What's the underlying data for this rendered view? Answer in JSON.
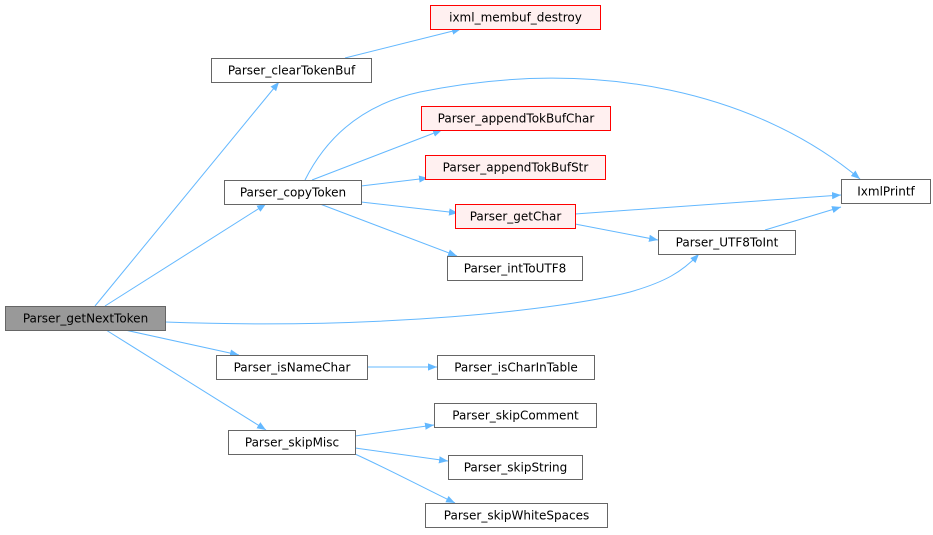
{
  "colors": {
    "edge": "#63b8ff",
    "root_fill": "#999999",
    "root_border": "#666666",
    "normal_fill": "#ffffff",
    "normal_border": "#666666",
    "external_fill": "#fff0f0",
    "external_border": "#ff0000"
  },
  "nodes": [
    {
      "id": "getNextToken",
      "label": "Parser_getNextToken",
      "style": "root"
    },
    {
      "id": "clearTokenBuf",
      "label": "Parser_clearTokenBuf",
      "style": "normal"
    },
    {
      "id": "membufDestroy",
      "label": "ixml_membuf_destroy",
      "style": "external"
    },
    {
      "id": "copyToken",
      "label": "Parser_copyToken",
      "style": "normal"
    },
    {
      "id": "appendTokBufChar",
      "label": "Parser_appendTokBufChar",
      "style": "external"
    },
    {
      "id": "appendTokBufStr",
      "label": "Parser_appendTokBufStr",
      "style": "external"
    },
    {
      "id": "getChar",
      "label": "Parser_getChar",
      "style": "external"
    },
    {
      "id": "intToUTF8",
      "label": "Parser_intToUTF8",
      "style": "normal"
    },
    {
      "id": "ixmlPrintf",
      "label": "IxmlPrintf",
      "style": "normal"
    },
    {
      "id": "utf8ToInt",
      "label": "Parser_UTF8ToInt",
      "style": "normal"
    },
    {
      "id": "isNameChar",
      "label": "Parser_isNameChar",
      "style": "normal"
    },
    {
      "id": "isCharInTable",
      "label": "Parser_isCharInTable",
      "style": "normal"
    },
    {
      "id": "skipMisc",
      "label": "Parser_skipMisc",
      "style": "normal"
    },
    {
      "id": "skipComment",
      "label": "Parser_skipComment",
      "style": "normal"
    },
    {
      "id": "skipString",
      "label": "Parser_skipString",
      "style": "normal"
    },
    {
      "id": "skipWhiteSpaces",
      "label": "Parser_skipWhiteSpaces",
      "style": "normal"
    }
  ],
  "edges": [
    {
      "from": "getNextToken",
      "to": "clearTokenBuf"
    },
    {
      "from": "getNextToken",
      "to": "copyToken"
    },
    {
      "from": "getNextToken",
      "to": "utf8ToInt"
    },
    {
      "from": "getNextToken",
      "to": "isNameChar"
    },
    {
      "from": "getNextToken",
      "to": "skipMisc"
    },
    {
      "from": "clearTokenBuf",
      "to": "membufDestroy"
    },
    {
      "from": "copyToken",
      "to": "ixmlPrintf"
    },
    {
      "from": "copyToken",
      "to": "appendTokBufChar"
    },
    {
      "from": "copyToken",
      "to": "appendTokBufStr"
    },
    {
      "from": "copyToken",
      "to": "getChar"
    },
    {
      "from": "copyToken",
      "to": "intToUTF8"
    },
    {
      "from": "getChar",
      "to": "ixmlPrintf"
    },
    {
      "from": "getChar",
      "to": "utf8ToInt"
    },
    {
      "from": "utf8ToInt",
      "to": "ixmlPrintf"
    },
    {
      "from": "isNameChar",
      "to": "isCharInTable"
    },
    {
      "from": "skipMisc",
      "to": "skipComment"
    },
    {
      "from": "skipMisc",
      "to": "skipString"
    },
    {
      "from": "skipMisc",
      "to": "skipWhiteSpaces"
    }
  ]
}
